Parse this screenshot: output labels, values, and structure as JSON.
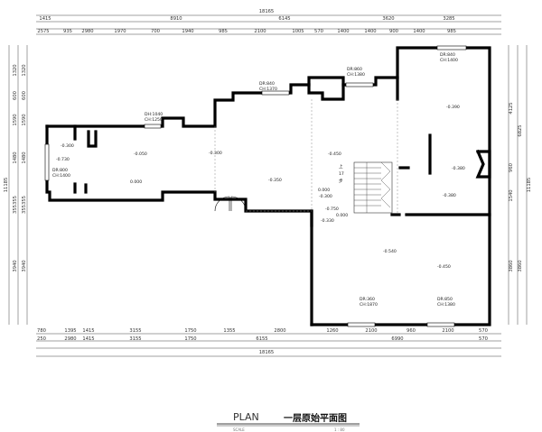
{
  "drawing": {
    "title_en": "PLAN",
    "title_cn": "一层原始平面图",
    "scale_label": "SCALE",
    "scale_value": "1 : 80"
  },
  "dims": {
    "top_total": "18165",
    "top_mid": [
      "6145",
      "3620",
      "3285"
    ],
    "top_mid_lead": "8910",
    "top_row_a": [
      "1415"
    ],
    "top_row_b": [
      "2575",
      "935",
      "2980",
      "1970",
      "700",
      "1940",
      "985",
      "2100",
      "1005",
      "570",
      "1400",
      "1400",
      "900",
      "1400",
      "985"
    ],
    "bottom_row_a": [
      "3155",
      "1750",
      "1355",
      "2800",
      "1260",
      "2100",
      "960",
      "2100",
      "570"
    ],
    "bottom_row_b": [
      "3155",
      "1750",
      "6155",
      "6990",
      "570"
    ],
    "bottom_lead_a": [
      "780",
      "1395",
      "1415"
    ],
    "bottom_lead_b": [
      "250",
      "2980",
      "1415"
    ],
    "bottom_total": "18165",
    "left_inner": [
      "1320",
      "600",
      "1590",
      "1480",
      "355",
      "355",
      "3940"
    ],
    "left_outer": [
      "1320",
      "600",
      "1590",
      "1480",
      "355",
      "355",
      "3940"
    ],
    "left_total": "11185",
    "right_inner": [
      "4125",
      "960",
      "1540",
      "3860"
    ],
    "right_outer": [
      "6825",
      "3860"
    ],
    "right_total": "11185"
  },
  "openings": [
    {
      "code": "DR:840",
      "ch": "CH:1400"
    },
    {
      "code": "DR:860",
      "ch": "CH:1380"
    },
    {
      "code": "DR:840",
      "ch": "CH:1370"
    },
    {
      "code": "DH:1040",
      "ch": "CH:1250"
    },
    {
      "code": "DR:800",
      "ch": "CH:1400"
    },
    {
      "code": "DR:360",
      "ch": "CH:1870"
    },
    {
      "code": "DR:850",
      "ch": "CH:1380"
    }
  ],
  "levels": [
    "-0.300",
    "-0.730",
    "-0.050",
    "0.000",
    "-0.300",
    "-0.350",
    "-0.450",
    "0.000",
    "-0.300",
    "-0.750",
    "-0.390",
    "-0.380",
    "-0.380",
    "-0.540",
    "-0.450",
    "-0.330",
    "0.000"
  ],
  "stair_label": [
    "上",
    "17",
    "步"
  ]
}
